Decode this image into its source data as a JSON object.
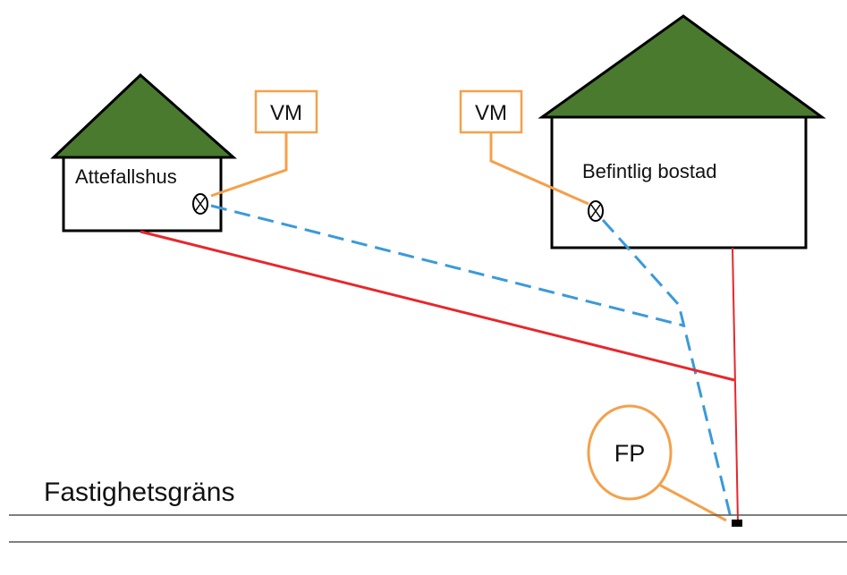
{
  "diagram": {
    "houses": {
      "small": {
        "label": "Attefallshus"
      },
      "large": {
        "label": "Befintlig bostad"
      }
    },
    "meters": {
      "small": {
        "label": "VM"
      },
      "large": {
        "label": "VM"
      }
    },
    "connection_point": {
      "label": "FP"
    },
    "property_border": {
      "label": "Fastighetsgräns"
    }
  },
  "colors": {
    "roof": "#4a7a2e",
    "outline": "#000000",
    "callout": "#f5a04a",
    "water_line": "#3a9ad9",
    "sewer_line": "#e8262b",
    "border_line": "#555555"
  }
}
